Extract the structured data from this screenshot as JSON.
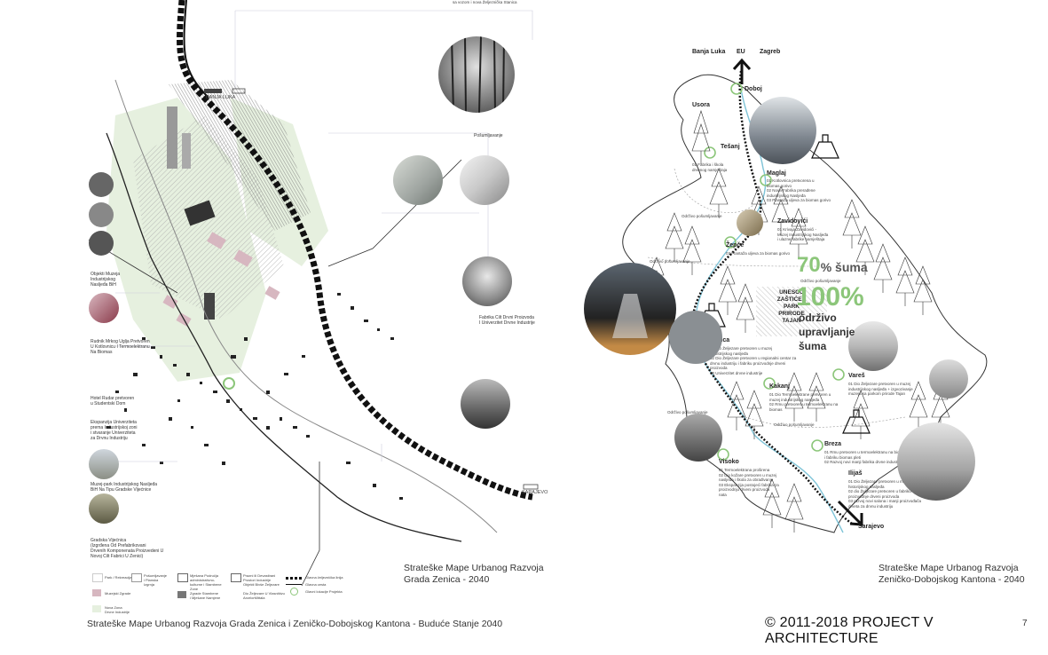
{
  "left_map": {
    "top_note": "sa vozom i nova Željeznička Stanica",
    "label_banja_luka": "BANJA LUKA",
    "label_sarajevo": "SARAJEVO",
    "annotations_right": [
      "Pošumljavanje",
      "Fabrika Cilt Drvni Proizvoda\nI Univerzitet Drvne Industrije"
    ],
    "annotations_left": [
      "Objekti Muzeja\nIndustrijskog\nNasljeđa BiH",
      "Rudnik Mrkog Uglja Pretvoren\nU Kotlovnicu I Termoelektranu\nNa Biomas",
      "Hotel Rudar pretvoren\nu Studentski Dom",
      "Ekspanzija Univerziteta\nprema Industrijskoj zoni\ni stvaranje Univerziteta\nza Drvnu Industriju",
      "Muzej-park Industrijskog Nasljeđa\nBiH Na Tipu Gradske Vijećnice",
      "Gradska Vijećnica\n(Izgrđena Od Prefabrikovani\nDrvenih Komponenata Proizvedeni U\nNovoj Cilt Fabrici U Zenici)"
    ],
    "caption": "Strateške Mape Urbanog Razvoja\nGrada Zenica - 2040",
    "legend": [
      "Park / Rekreacija",
      "Muzejski Zgrade",
      "Nova Zona\nDrvne Industrije",
      "Pošumljavanje\ni Planska\nIzgrnja",
      "Mješana Područja\nadministrativno-\nkulturne i Stambene\nZone",
      "Zgrade Stambene\ni Mješane Namjene",
      "Prazni ili Devastirani\nProstori Industrije\nObjekti Bivše Željezare",
      "Dio Željezare U Vlasništvu\nArcelorMittala",
      "Glavna željeznička linija",
      "Glavna cesta",
      "Glavni lokacije Projekta"
    ]
  },
  "right_map": {
    "top_labels": [
      "Banja Luka",
      "EU",
      "Zagreb"
    ],
    "bottom_label": "Sarajevo",
    "towns": [
      "Doboj",
      "Usora",
      "Tešanj",
      "Maglaj",
      "Zavidovići",
      "Žepče",
      "Zenica",
      "Kakanj",
      "Vareš",
      "Breza",
      "Visoko",
      "Ilijaš"
    ],
    "sustainable_label": "Održivo pošumljavanje",
    "town_notes": {
      "tesanj": "01 Fabrika i škola\ndrvenog namještaja",
      "maglaj": "01 Kotlovnica pretvorena u\nbiomas gorivo\n02 Nova Fabrika prerađene\nindustrijskog Nasljeđa\n03 Plantaža uljeva za biomas gorivo",
      "zavidovici": "01 Krivaja Zavidovići -\nMuzej Industrijskog Nasljeđa\ni ulazne fabrike namještaja",
      "zepce": "03 Plantaža uljeva za biomas gorivo",
      "zenica": "01 Dio Željezare pretvoren u muzej\nindustrijskog nasljeđa\n02 Dio Željezare pretvoren u regionalni centar za\ndrvnu industriju i fabriku proizvodnje drveni\nproizvoda\n03 Univerzitet drvne industrije",
      "kakanj": "01 Dio Termoelektrane pretvoren u\nmuzej industrijskog nasljeđa\n02 Rmu pretvoren u termoelektranu na\nbiomas",
      "vares": "01 Dio Željezare pretvoren u muzej\nindustrijskog nasljeđa + izgvozivanje\nmuzeja sa parkom prirode Tajan",
      "breza": "01 Rmu pretvoren u termoelektranu na biomas\ni fabriku biomas pleti\n02 Razvoj novi manji fabrika drvne industrije",
      "visoko": "01 Termoelektrana proširena\n02 Dio kožare pretvoren u muzej\nnasljeđa i škola za obrađivanje\n03 Ekspanzija postojeći fabrika za\nproizvodnju drveni proizvoda\nnata",
      "ilijas": "01 Dio Željezare pretvoren u muzej\nhistorijskog nasljeđa\n02 dio Željezare pretvoren u fabriku\nproizvodnje drveni proizvoda\n03 razvoj novi salona i manji proizvođača\ndrveta za drvnu industriju"
    },
    "unesco": "UNESCO\nZAŠTIĆEN\nPARK\nPRIRODE\nTAJAN",
    "stat_70": "70",
    "stat_70_unit": "% šuma",
    "stat_100": "100%",
    "stat_text": "održivo\nupravljanje\nšuma",
    "caption": "Strateške Mape Urbanog Razvoja\nZeničko-Dobojskog Kantona - 2040"
  },
  "footer": {
    "left_caption": "Strateške Mape Urbanog Razvoja Grada Zenica i Zeničko-Dobojskog Kantona - Buduće Stanje 2040",
    "copyright": "© 2011-2018 PROJECT V ARCHITECTURE",
    "page_number": "7"
  },
  "colors": {
    "accent_green": "#8cc67a",
    "river_blue": "#7fc4d8",
    "hatch": "#999999"
  }
}
